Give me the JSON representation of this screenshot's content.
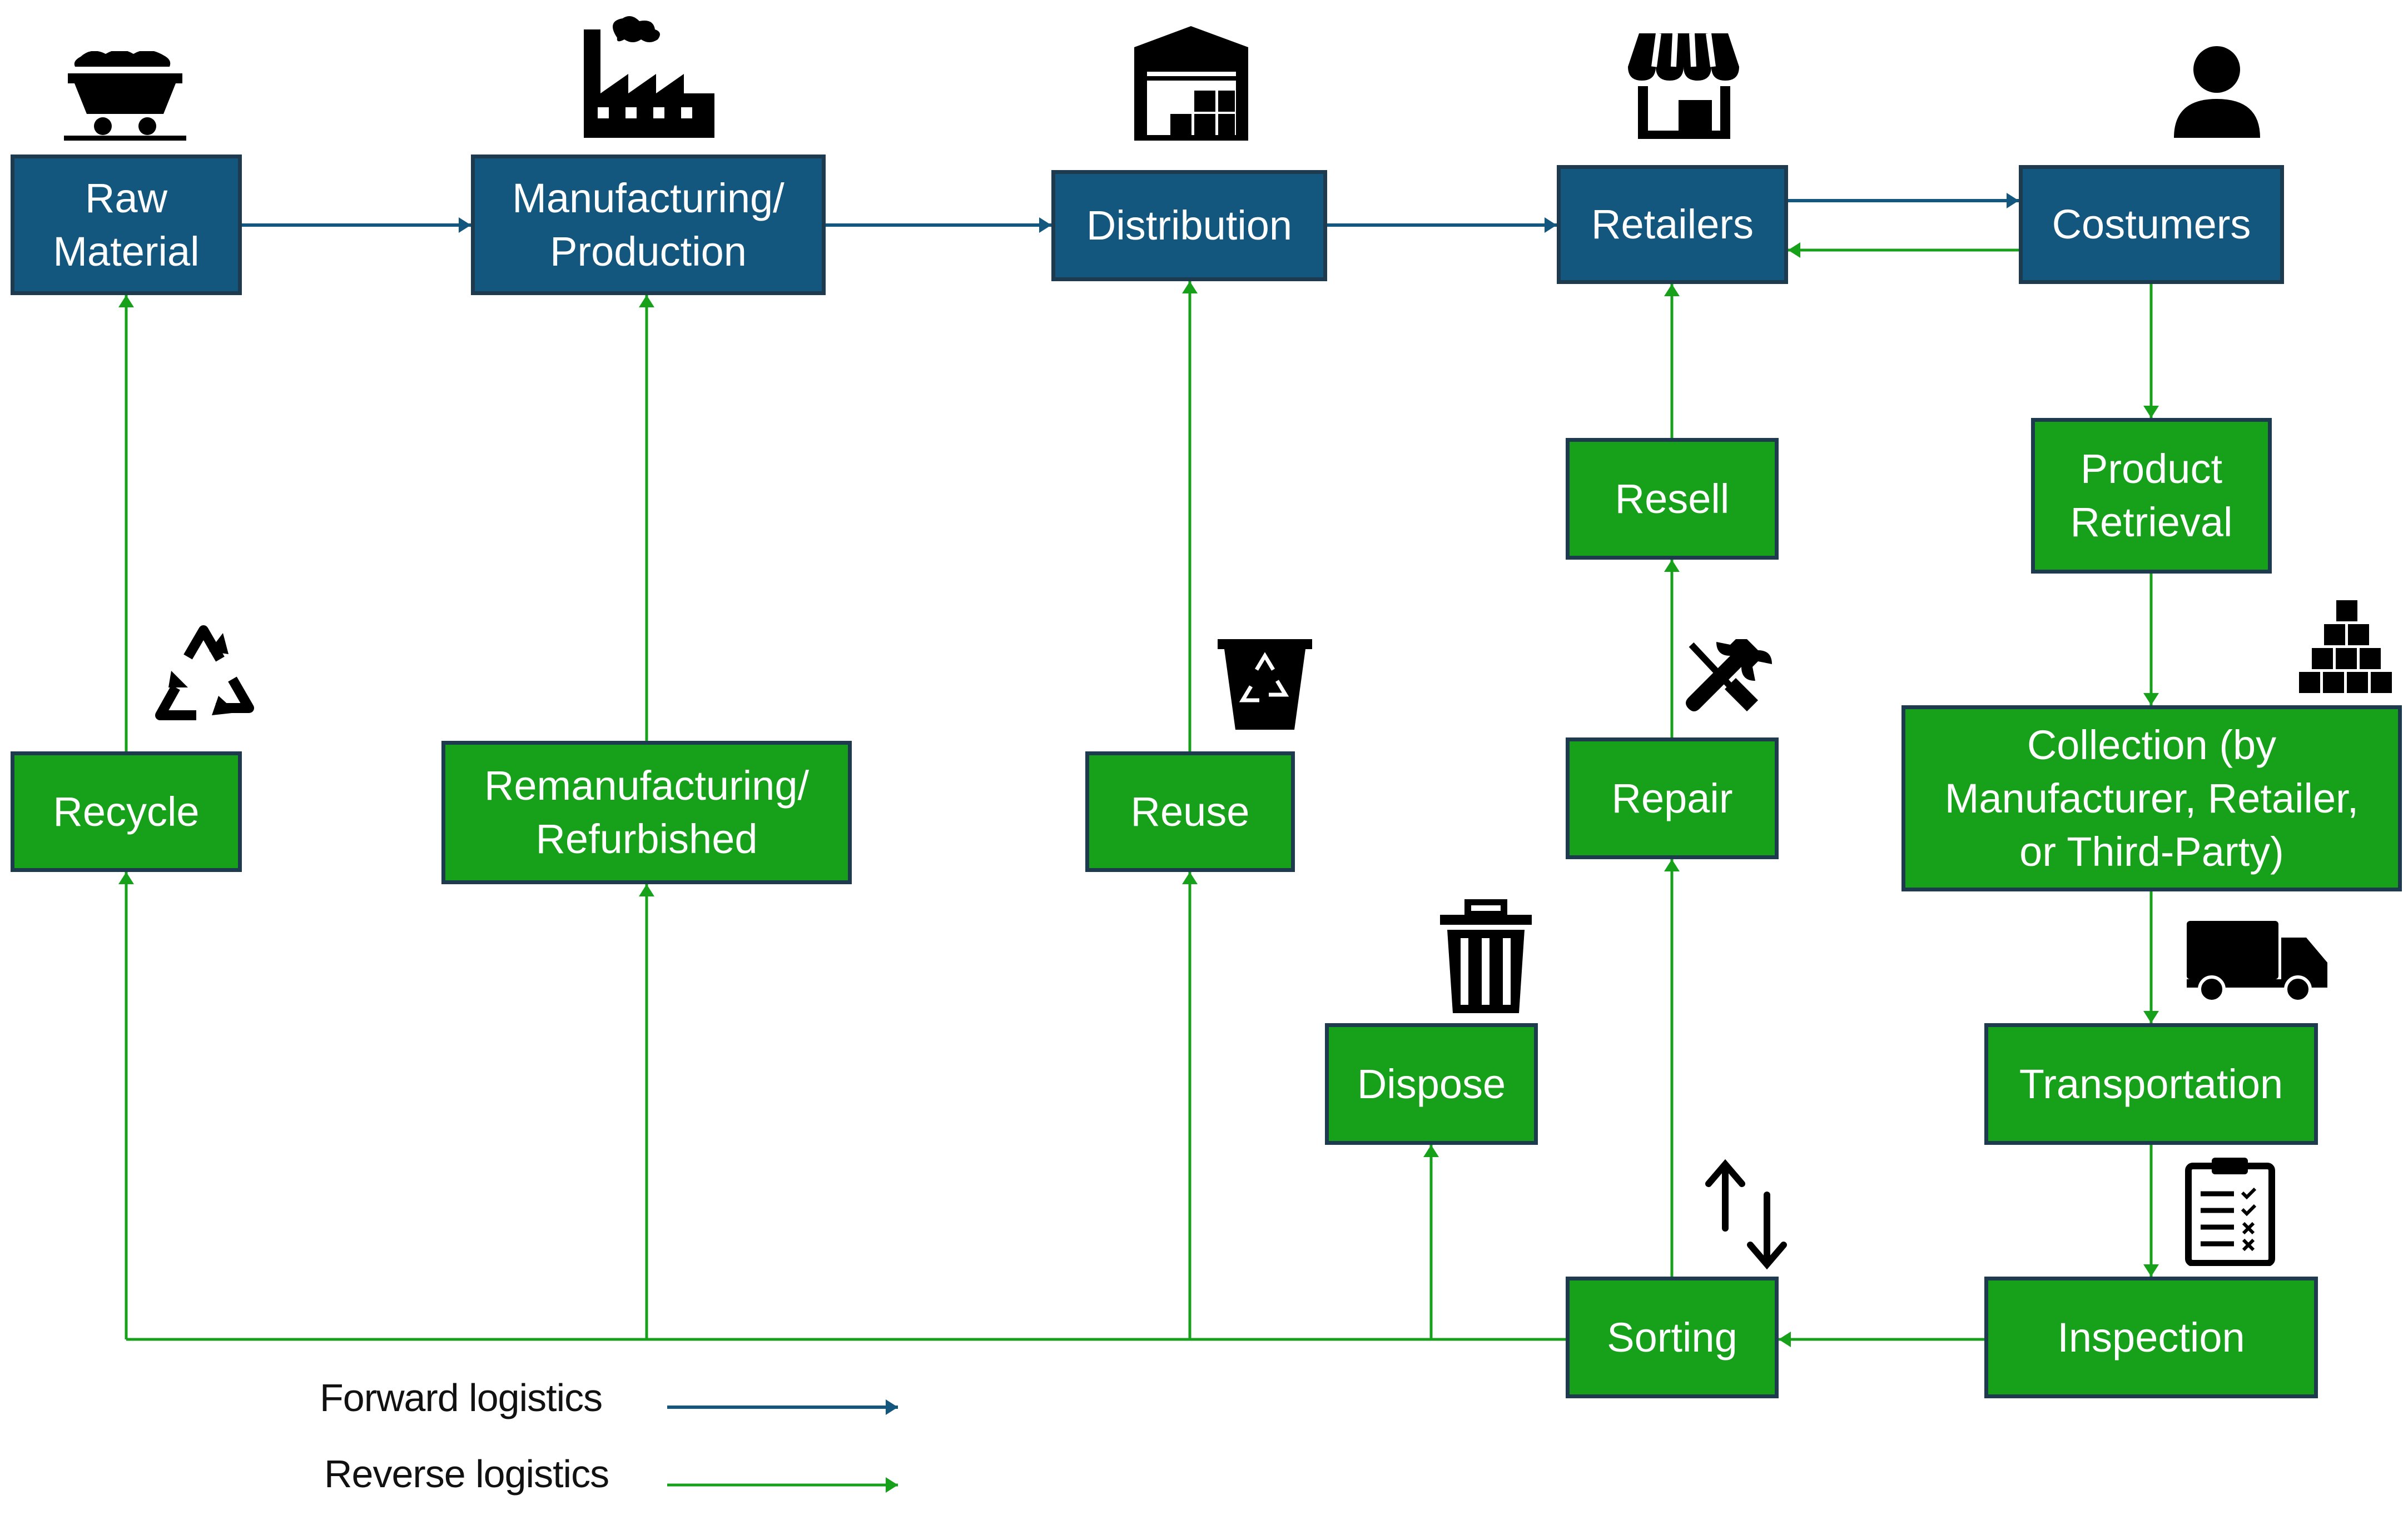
{
  "colors": {
    "forward": "#14577e",
    "reverse": "#17a11a",
    "border": "#1e3a4f",
    "icon": "#000000"
  },
  "forward_nodes": {
    "raw_material": "Raw\nMaterial",
    "manufacturing": "Manufacturing/\nProduction",
    "distribution": "Distribution",
    "retailers": "Retailers",
    "costumers": "Costumers"
  },
  "reverse_nodes": {
    "recycle": "Recycle",
    "remanufacturing": "Remanufacturing/\nRefurbished",
    "reuse": "Reuse",
    "resell": "Resell",
    "repair": "Repair",
    "product_retrieval": "Product\nRetrieval",
    "collection": "Collection (by\nManufacturer, Retailer,\nor Third-Party)",
    "dispose": "Dispose",
    "transportation": "Transportation",
    "sorting": "Sorting",
    "inspection": "Inspection"
  },
  "legend": {
    "forward_label": "Forward logistics",
    "reverse_label": "Reverse logistics"
  },
  "icons": [
    "mine-cart-icon",
    "factory-icon",
    "warehouse-icon",
    "store-icon",
    "person-icon",
    "recycle-icon",
    "recycle-bin-icon",
    "tools-icon",
    "boxes-icon",
    "trash-icon",
    "truck-icon",
    "checklist-icon",
    "sort-arrows-icon"
  ]
}
